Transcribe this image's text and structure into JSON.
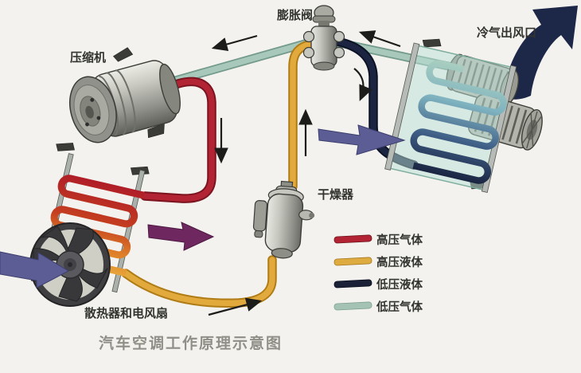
{
  "title": "汽车空调工作原理示意图",
  "labels": {
    "compressor": "压缩机",
    "expansion_valve": "膨胀阀",
    "cold_air_outlet": "冷气出风口",
    "dryer": "干燥器",
    "radiator_fan": "散热器和电风扇"
  },
  "legend": {
    "items": [
      {
        "label": "高压气体",
        "color": "#b22433"
      },
      {
        "label": "高压液体",
        "color": "#ddab40"
      },
      {
        "label": "低压液体",
        "color": "#1b2137"
      },
      {
        "label": "低压气体",
        "color": "#a5c3b4"
      }
    ]
  },
  "colors": {
    "hp_gas": "#b22433",
    "hp_liquid": "#e2a93c",
    "lp_liquid": "#1b2440",
    "lp_gas": "#a7c8ba",
    "background": "#f3f2ee",
    "airflow_blue": "#5c5d95",
    "airflow_purple": "#6f2760",
    "cold_air_arrow": "#1d2747"
  }
}
